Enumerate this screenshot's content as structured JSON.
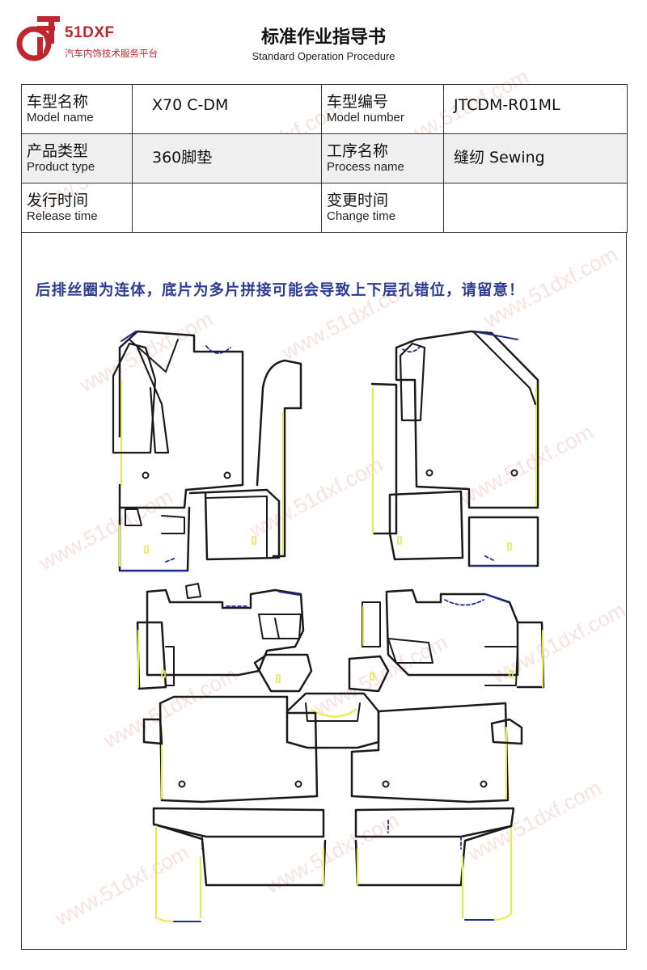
{
  "header": {
    "logo_text": "51DXF",
    "logo_subtitle": "汽车内饰技术服务平台",
    "title_cn": "标准作业指导书",
    "title_en": "Standard Operation Procedure"
  },
  "info_table": {
    "model_name_label_cn": "车型名称",
    "model_name_label_en": "Model name",
    "model_name_value": "X70 C-DM",
    "model_number_label_cn": "车型编号",
    "model_number_label_en": "Model number",
    "model_number_value": "JTCDM-R01ML",
    "product_type_label_cn": "产品类型",
    "product_type_label_en": "Product type",
    "product_type_value": "360脚垫",
    "process_name_label_cn": "工序名称",
    "process_name_label_en": "Process name",
    "process_name_value": "缝纫 Sewing",
    "release_time_label_cn": "发行时间",
    "release_time_label_en": "Release time",
    "release_time_value": "",
    "change_time_label_cn": "变更时间",
    "change_time_label_en": "Change time",
    "change_time_value": ""
  },
  "notice": "后排丝圈为连体，底片为多片拼接可能会导致上下层孔错位，请留意！",
  "watermark_text": "www.51dxf.com",
  "colors": {
    "brand_red": "#c0262d",
    "notice_blue": "#2c3c8e",
    "outline_dark": "#1a1a1a",
    "edge_yellow": "#e8e84a",
    "edge_blue": "#1d2a9a"
  }
}
